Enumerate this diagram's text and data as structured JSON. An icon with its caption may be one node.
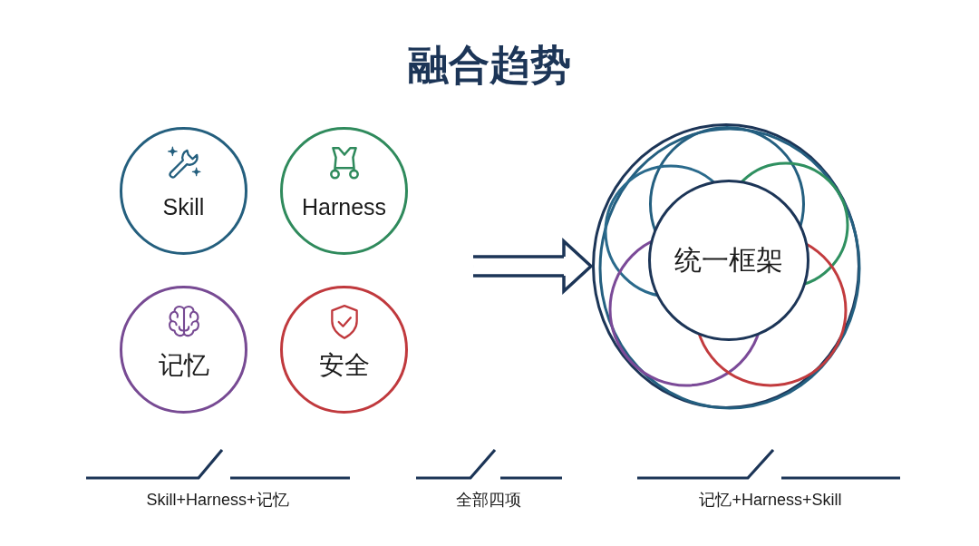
{
  "diagram": {
    "title": "融合趋势",
    "nodes": [
      {
        "text": [
          "Skill"
        ]
      },
      {
        "text": [
          "Harness"
        ]
      },
      {
        "text": [
          "记忆"
        ]
      },
      {
        "text": [
          "安全"
        ]
      },
      {
        "text": [],
        "shape": "circle"
      },
      {
        "text": [
          "统一框架"
        ],
        "in": 4
      }
    ],
    "edges": [
      {
        "from": null,
        "to": 4,
        "arrow": "to"
      }
    ],
    "labels": [
      "Skill+Harness+记忆",
      "全部四项",
      "记忆+Harness+Skill"
    ]
  }
}
